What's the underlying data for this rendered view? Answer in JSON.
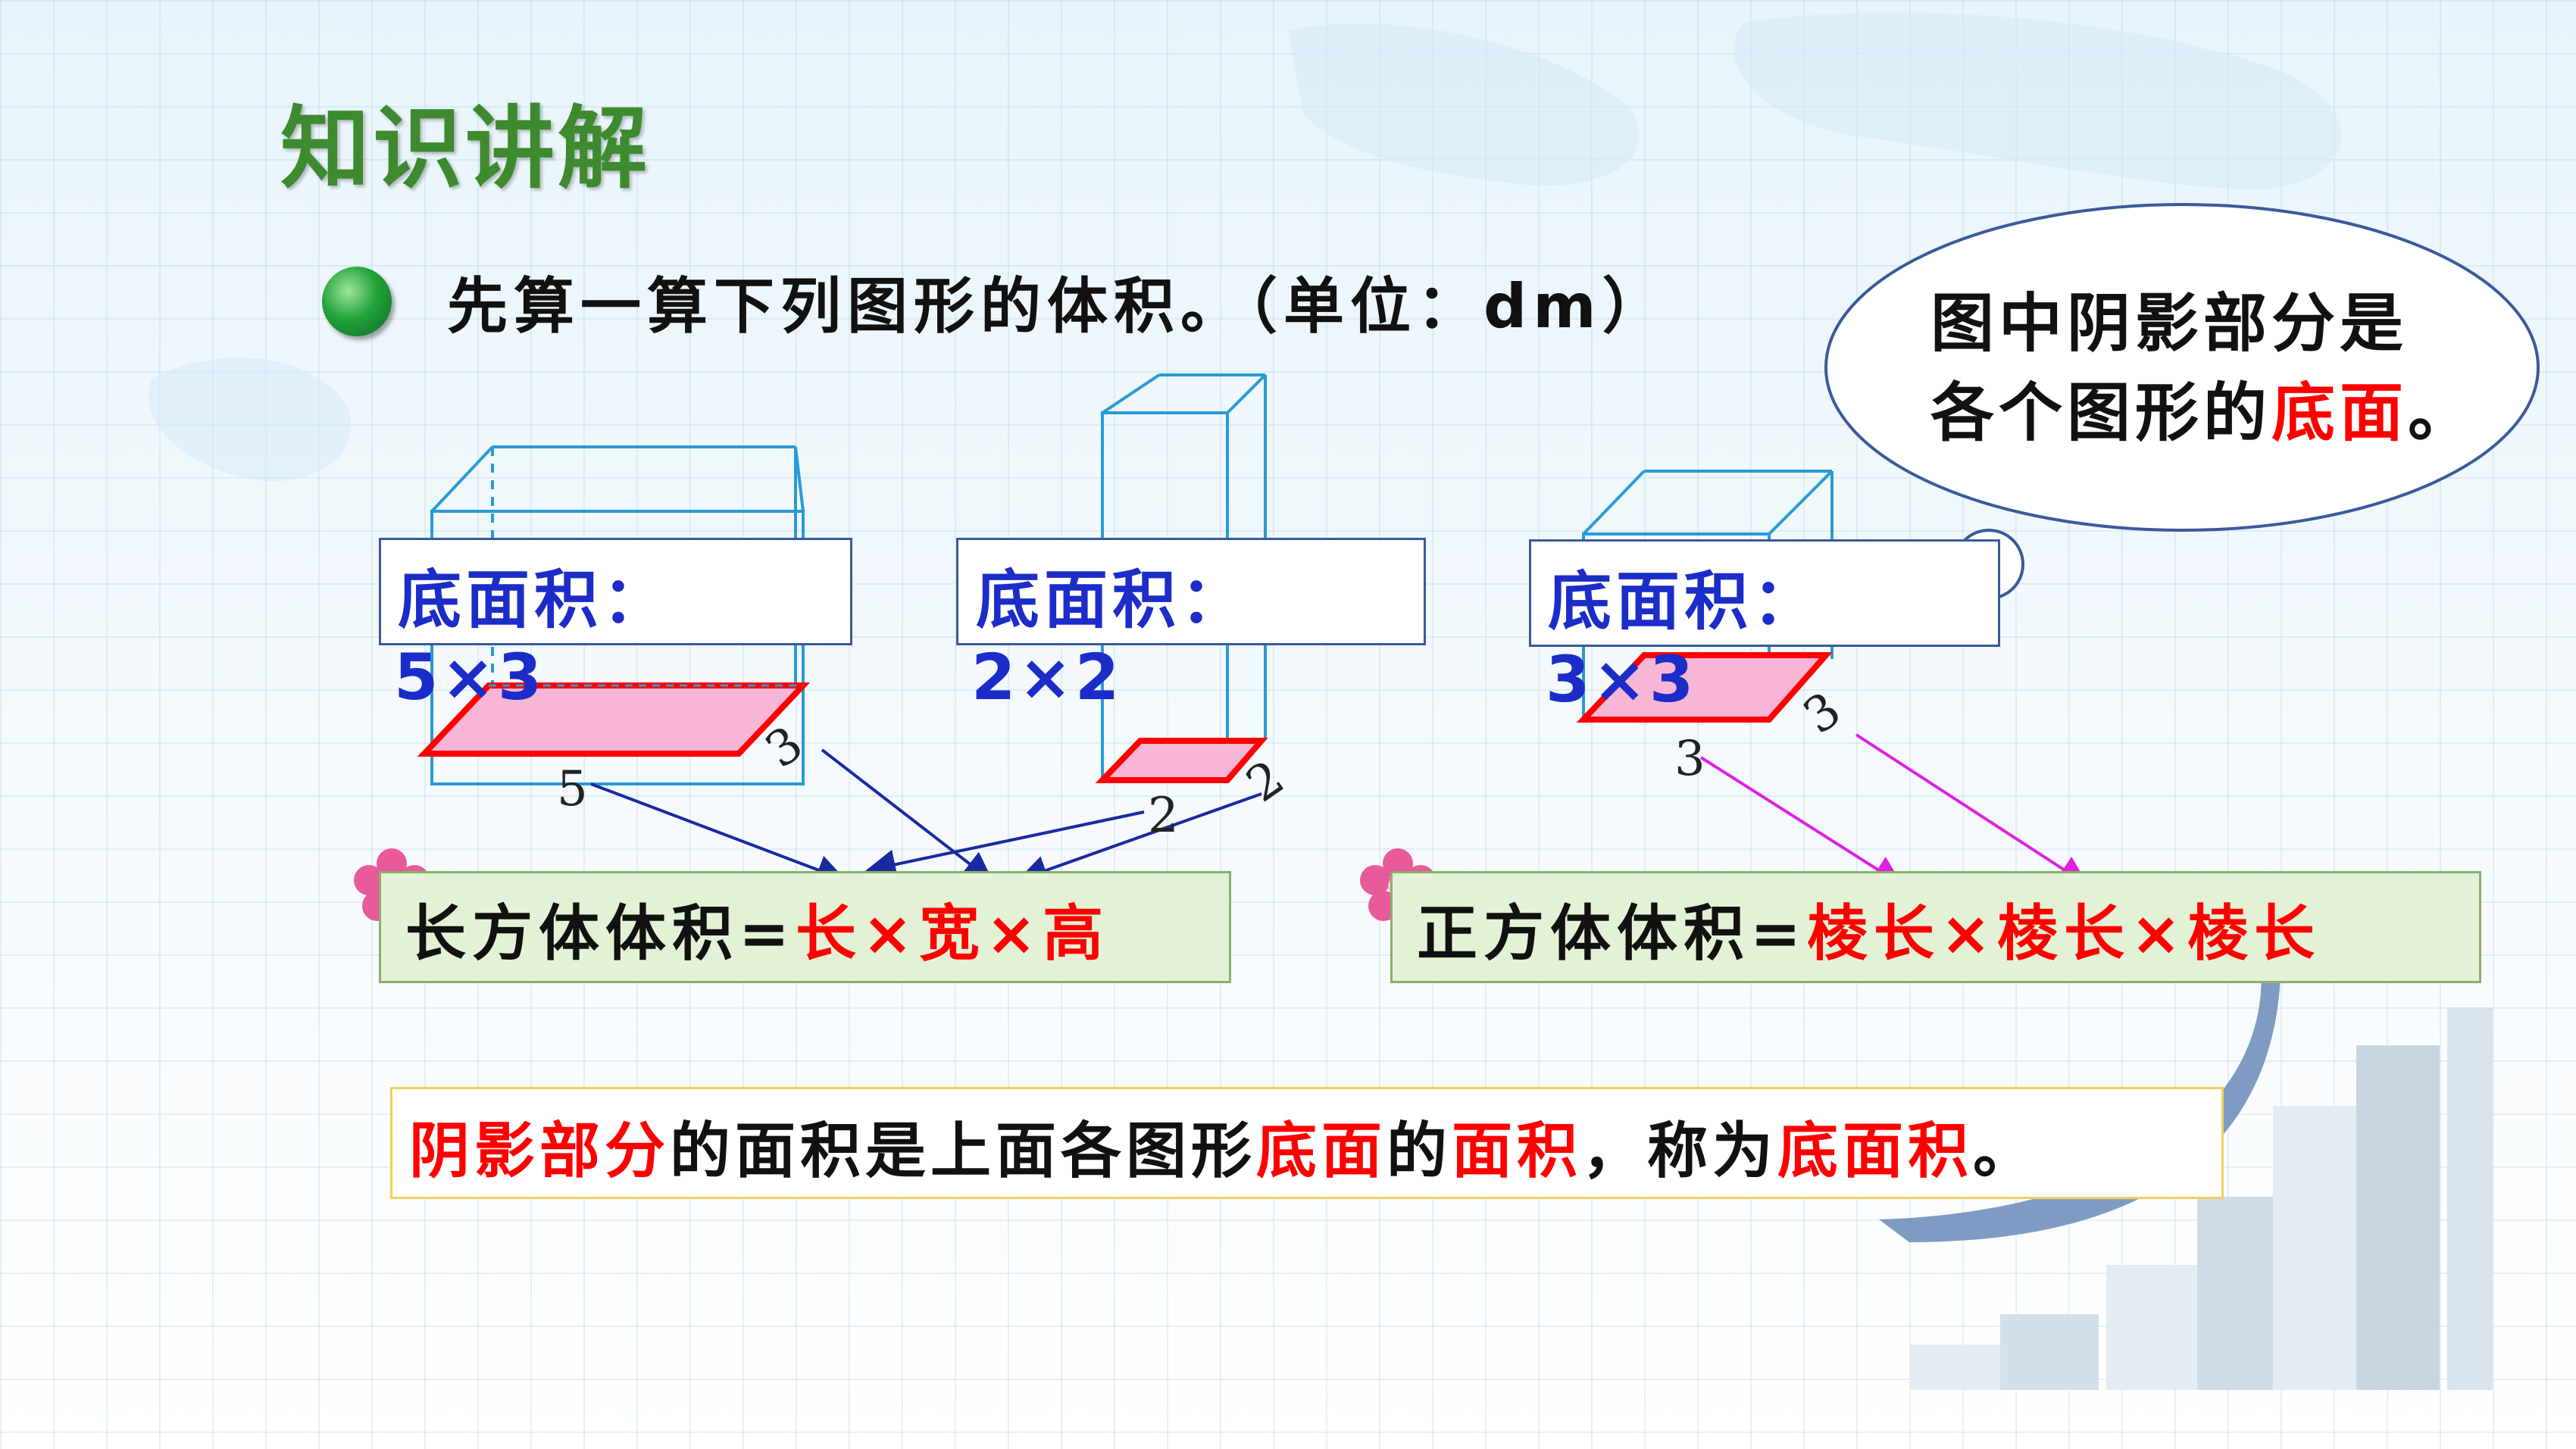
{
  "title": "知识讲解",
  "instruction": "先算一算下列图形的体积。（单位：dm）",
  "cloud": {
    "line1": "图中阴影部分是",
    "line2_prefix": "各个图形的",
    "line2_red": "底面",
    "line2_suffix": "。"
  },
  "figures": [
    {
      "label": "底面积：",
      "expr": "5×3",
      "dims": [
        "5",
        "3"
      ]
    },
    {
      "label": "底面积：",
      "expr": "2×2",
      "dims": [
        "2",
        "2"
      ]
    },
    {
      "label": "底面积：",
      "expr": "3×3",
      "dims": [
        "3",
        "3"
      ]
    }
  ],
  "formulas": {
    "cuboid_prefix": "长方体体积=",
    "cuboid_red": "长×宽×高",
    "cube_prefix": "正方体体积=",
    "cube_red": "棱长×棱长×棱长"
  },
  "note": {
    "p1_red": "阴影部分",
    "p2": "的面积是上面各图形",
    "p3_red": "底面",
    "p4": "的",
    "p5_red": "面积",
    "p6": "，称为",
    "p7_red": "底面积",
    "p8": "。"
  },
  "colors": {
    "title_green": "#3e8a2e",
    "label_blue": "#1c2cc8",
    "edge_blue": "#2a9ad6",
    "shade_pink": "#f7b6d6",
    "shade_border": "#ff0000",
    "arrow_navy": "#1a2aa0",
    "arrow_magenta": "#e020e0",
    "formula_bg": "#e3f2d6"
  },
  "icons": [
    "bullet-dot-icon",
    "flower-icon",
    "bar-chart-decoration",
    "thought-cloud"
  ]
}
